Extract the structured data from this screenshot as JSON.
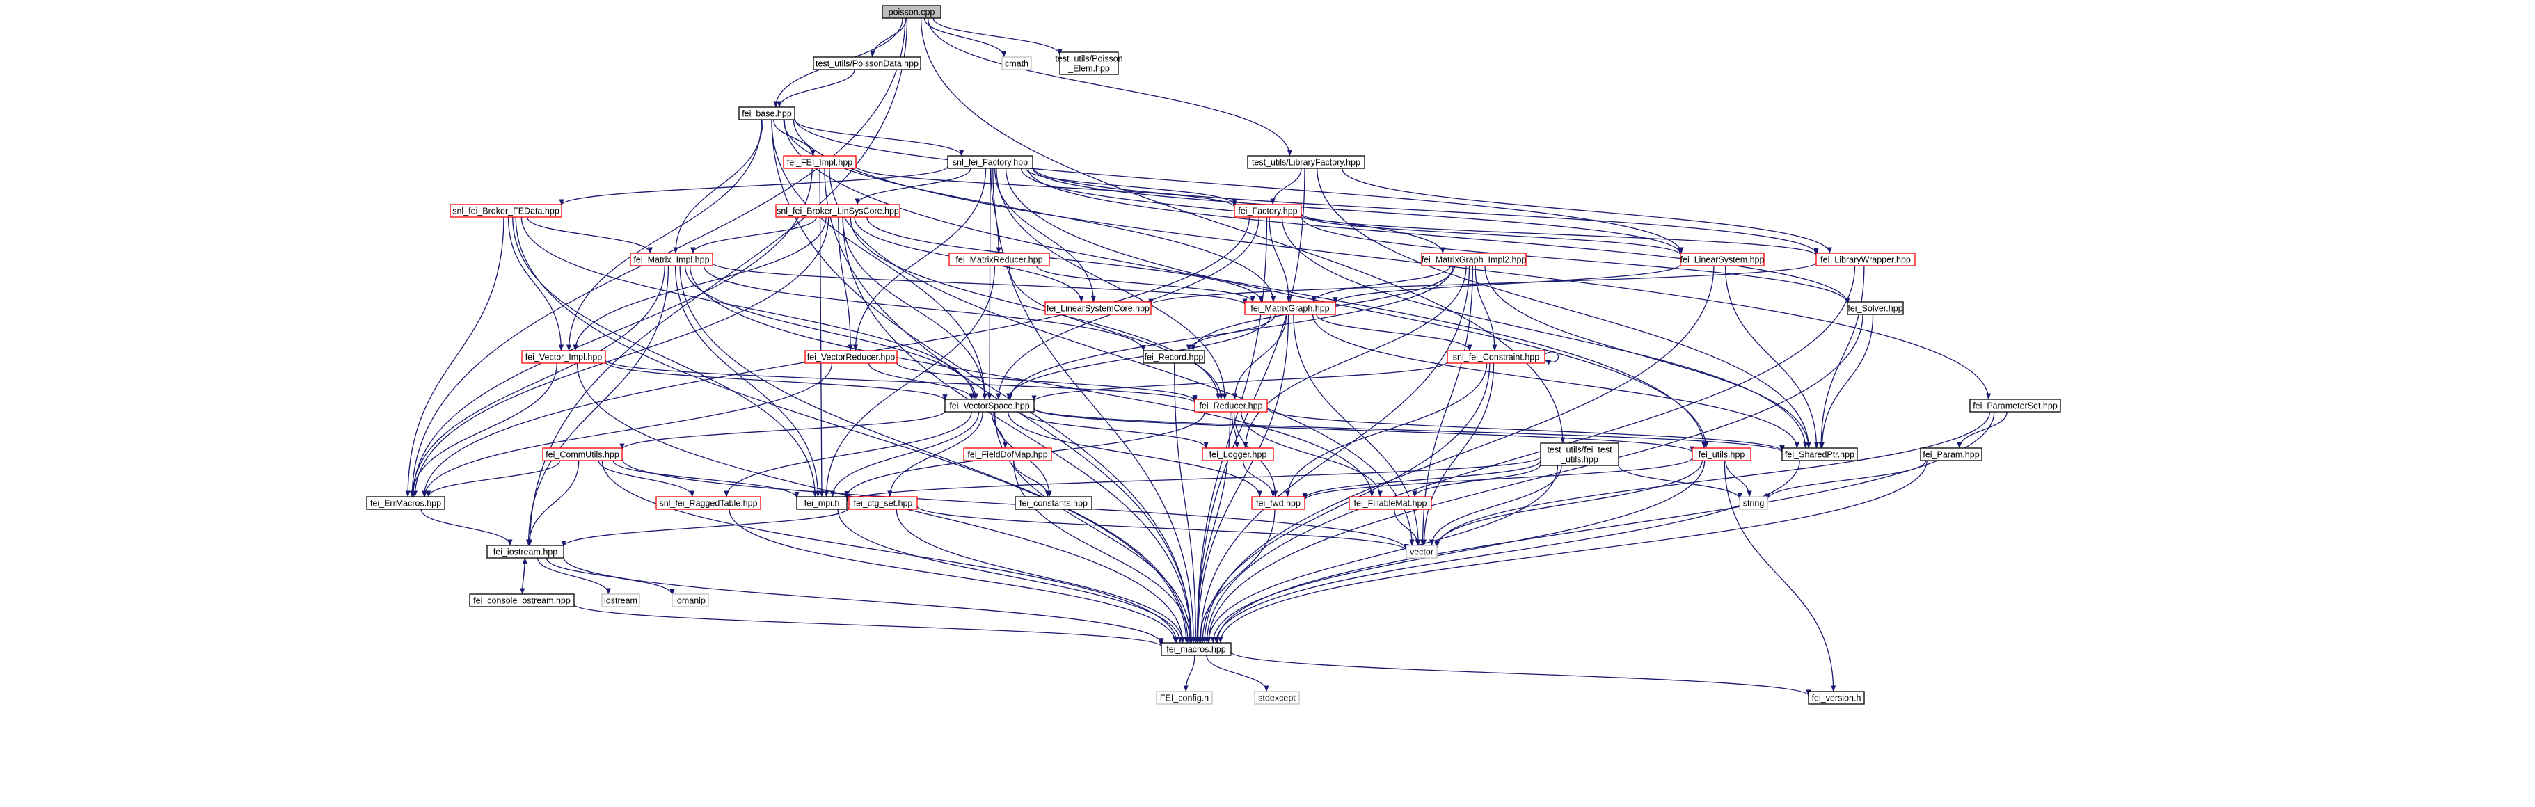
{
  "colors": {
    "edge": "#191970",
    "node_border_default": "#000000",
    "node_border_red": "#ff0000",
    "node_border_gray": "#bfbfbf",
    "root_fill": "#bfbfbf",
    "node_fill": "#ffffff",
    "background": "#ffffff"
  },
  "nodes": [
    {
      "id": "poisson",
      "lines": [
        "poisson.cpp"
      ],
      "style": "root"
    },
    {
      "id": "poissondata",
      "lines": [
        "test_utils/PoissonData.hpp"
      ],
      "style": "black"
    },
    {
      "id": "cmath",
      "lines": [
        "cmath"
      ],
      "style": "gray"
    },
    {
      "id": "poissonelem",
      "lines": [
        "test_utils/Poisson",
        "_Elem.hpp"
      ],
      "style": "black"
    },
    {
      "id": "fei_base",
      "lines": [
        "fei_base.hpp"
      ],
      "style": "black"
    },
    {
      "id": "fei_impl",
      "lines": [
        "fei_FEI_Impl.hpp"
      ],
      "style": "red"
    },
    {
      "id": "snl_factory",
      "lines": [
        "snl_fei_Factory.hpp"
      ],
      "style": "black"
    },
    {
      "id": "libfactory",
      "lines": [
        "test_utils/LibraryFactory.hpp"
      ],
      "style": "black"
    },
    {
      "id": "brk_fedata",
      "lines": [
        "snl_fei_Broker_FEData.hpp"
      ],
      "style": "red"
    },
    {
      "id": "brk_linsys",
      "lines": [
        "snl_fei_Broker_LinSysCore.hpp"
      ],
      "style": "red"
    },
    {
      "id": "factory",
      "lines": [
        "fei_Factory.hpp"
      ],
      "style": "red"
    },
    {
      "id": "matrix_impl",
      "lines": [
        "fei_Matrix_Impl.hpp"
      ],
      "style": "red"
    },
    {
      "id": "matrixreducer",
      "lines": [
        "fei_MatrixReducer.hpp"
      ],
      "style": "red"
    },
    {
      "id": "mgraph_impl2",
      "lines": [
        "fei_MatrixGraph_Impl2.hpp"
      ],
      "style": "red"
    },
    {
      "id": "linearsystem",
      "lines": [
        "fei_LinearSystem.hpp"
      ],
      "style": "red"
    },
    {
      "id": "libwrapper",
      "lines": [
        "fei_LibraryWrapper.hpp"
      ],
      "style": "red"
    },
    {
      "id": "linsyscore",
      "lines": [
        "fei_LinearSystemCore.hpp"
      ],
      "style": "red"
    },
    {
      "id": "matrixgraph",
      "lines": [
        "fei_MatrixGraph.hpp"
      ],
      "style": "red"
    },
    {
      "id": "solver",
      "lines": [
        "fei_Solver.hpp"
      ],
      "style": "black"
    },
    {
      "id": "vector_impl",
      "lines": [
        "fei_Vector_Impl.hpp"
      ],
      "style": "red"
    },
    {
      "id": "vectorreducer",
      "lines": [
        "fei_VectorReducer.hpp"
      ],
      "style": "red"
    },
    {
      "id": "record",
      "lines": [
        "fei_Record.hpp"
      ],
      "style": "black"
    },
    {
      "id": "constraint",
      "lines": [
        "snl_fei_Constraint.hpp"
      ],
      "style": "red"
    },
    {
      "id": "vectorspace",
      "lines": [
        "fei_VectorSpace.hpp"
      ],
      "style": "black"
    },
    {
      "id": "reducer",
      "lines": [
        "fei_Reducer.hpp"
      ],
      "style": "red"
    },
    {
      "id": "sharedptr",
      "lines": [
        "fei_SharedPtr.hpp"
      ],
      "style": "black"
    },
    {
      "id": "paramset",
      "lines": [
        "fei_ParameterSet.hpp"
      ],
      "style": "black"
    },
    {
      "id": "param",
      "lines": [
        "fei_Param.hpp"
      ],
      "style": "black"
    },
    {
      "id": "commutils",
      "lines": [
        "fei_CommUtils.hpp"
      ],
      "style": "red"
    },
    {
      "id": "fielddofmap",
      "lines": [
        "fei_FieldDofMap.hpp"
      ],
      "style": "red"
    },
    {
      "id": "logger",
      "lines": [
        "fei_Logger.hpp"
      ],
      "style": "red"
    },
    {
      "id": "testutils",
      "lines": [
        "test_utils/fei_test",
        "_utils.hpp"
      ],
      "style": "black"
    },
    {
      "id": "utils",
      "lines": [
        "fei_utils.hpp"
      ],
      "style": "red"
    },
    {
      "id": "errmacros",
      "lines": [
        "fei_ErrMacros.hpp"
      ],
      "style": "black"
    },
    {
      "id": "raggedtable",
      "lines": [
        "snl_fei_RaggedTable.hpp"
      ],
      "style": "red"
    },
    {
      "id": "mpi",
      "lines": [
        "fei_mpi.h"
      ],
      "style": "black"
    },
    {
      "id": "constants",
      "lines": [
        "fei_constants.hpp"
      ],
      "style": "black"
    },
    {
      "id": "ctgset",
      "lines": [
        "fei_ctg_set.hpp"
      ],
      "style": "red"
    },
    {
      "id": "fwd",
      "lines": [
        "fei_fwd.hpp"
      ],
      "style": "red"
    },
    {
      "id": "fillablemat",
      "lines": [
        "fei_FillableMat.hpp"
      ],
      "style": "red"
    },
    {
      "id": "string",
      "lines": [
        "string"
      ],
      "style": "gray"
    },
    {
      "id": "iostream_hpp",
      "lines": [
        "fei_iostream.hpp"
      ],
      "style": "black"
    },
    {
      "id": "vector",
      "lines": [
        "vector"
      ],
      "style": "gray"
    },
    {
      "id": "console",
      "lines": [
        "fei_console_ostream.hpp"
      ],
      "style": "black"
    },
    {
      "id": "iostream",
      "lines": [
        "iostream"
      ],
      "style": "gray"
    },
    {
      "id": "iomanip",
      "lines": [
        "iomanip"
      ],
      "style": "gray"
    },
    {
      "id": "macros",
      "lines": [
        "fei_macros.hpp"
      ],
      "style": "black"
    },
    {
      "id": "config",
      "lines": [
        "FEI_config.h"
      ],
      "style": "gray"
    },
    {
      "id": "stdexcept",
      "lines": [
        "stdexcept"
      ],
      "style": "gray"
    },
    {
      "id": "version",
      "lines": [
        "fei_version.h"
      ],
      "style": "black"
    }
  ],
  "edges": [
    [
      "poisson",
      "poissondata"
    ],
    [
      "poisson",
      "cmath"
    ],
    [
      "poisson",
      "poissonelem"
    ],
    [
      "poisson",
      "fei_base"
    ],
    [
      "poisson",
      "libfactory"
    ],
    [
      "poisson",
      "testutils"
    ],
    [
      "poisson",
      "errmacros"
    ],
    [
      "poisson",
      "iostream_hpp"
    ],
    [
      "poissondata",
      "fei_base"
    ],
    [
      "fei_base",
      "fei_impl"
    ],
    [
      "fei_base",
      "snl_factory"
    ],
    [
      "fei_base",
      "matrixgraph"
    ],
    [
      "fei_base",
      "linearsystem"
    ],
    [
      "fei_base",
      "paramset"
    ],
    [
      "fei_base",
      "vector_impl"
    ],
    [
      "fei_base",
      "matrix_impl"
    ],
    [
      "fei_base",
      "utils"
    ],
    [
      "fei_base",
      "macros"
    ],
    [
      "fei_base",
      "vectorspace"
    ],
    [
      "fei_impl",
      "factory"
    ],
    [
      "fei_impl",
      "macros"
    ],
    [
      "fei_impl",
      "errmacros"
    ],
    [
      "fei_impl",
      "mpi"
    ],
    [
      "fei_impl",
      "vector"
    ],
    [
      "snl_factory",
      "factory"
    ],
    [
      "snl_factory",
      "brk_fedata"
    ],
    [
      "snl_factory",
      "brk_linsys"
    ],
    [
      "snl_factory",
      "matrixreducer"
    ],
    [
      "snl_factory",
      "mgraph_impl2"
    ],
    [
      "snl_factory",
      "linearsystem"
    ],
    [
      "snl_factory",
      "libwrapper"
    ],
    [
      "snl_factory",
      "linsyscore"
    ],
    [
      "snl_factory",
      "vectorreducer"
    ],
    [
      "snl_factory",
      "solver"
    ],
    [
      "snl_factory",
      "reducer"
    ],
    [
      "snl_factory",
      "vectorspace"
    ],
    [
      "snl_factory",
      "utils"
    ],
    [
      "snl_factory",
      "macros"
    ],
    [
      "libfactory",
      "factory"
    ],
    [
      "libfactory",
      "libwrapper"
    ],
    [
      "libfactory",
      "sharedptr"
    ],
    [
      "libfactory",
      "macros"
    ],
    [
      "brk_fedata",
      "matrix_impl"
    ],
    [
      "brk_fedata",
      "vector_impl"
    ],
    [
      "brk_fedata",
      "errmacros"
    ],
    [
      "brk_fedata",
      "vectorspace"
    ],
    [
      "brk_fedata",
      "mpi"
    ],
    [
      "brk_fedata",
      "macros"
    ],
    [
      "brk_linsys",
      "matrix_impl"
    ],
    [
      "brk_linsys",
      "matrixgraph"
    ],
    [
      "brk_linsys",
      "linsyscore"
    ],
    [
      "brk_linsys",
      "vectorreducer"
    ],
    [
      "brk_linsys",
      "vector_impl"
    ],
    [
      "brk_linsys",
      "vectorspace"
    ],
    [
      "brk_linsys",
      "errmacros"
    ],
    [
      "brk_linsys",
      "reducer"
    ],
    [
      "brk_linsys",
      "macros"
    ],
    [
      "factory",
      "libwrapper"
    ],
    [
      "factory",
      "linearsystem"
    ],
    [
      "factory",
      "matrixgraph"
    ],
    [
      "factory",
      "solver"
    ],
    [
      "factory",
      "vectorspace"
    ],
    [
      "factory",
      "sharedptr"
    ],
    [
      "factory",
      "errmacros"
    ],
    [
      "factory",
      "macros"
    ],
    [
      "matrix_impl",
      "matrixgraph"
    ],
    [
      "matrix_impl",
      "vectorspace"
    ],
    [
      "matrix_impl",
      "record"
    ],
    [
      "matrix_impl",
      "mpi"
    ],
    [
      "matrix_impl",
      "errmacros"
    ],
    [
      "matrix_impl",
      "iostream_hpp"
    ],
    [
      "matrix_impl",
      "macros"
    ],
    [
      "matrix_impl",
      "fillablemat"
    ],
    [
      "matrixreducer",
      "matrixgraph"
    ],
    [
      "matrixreducer",
      "reducer"
    ],
    [
      "matrixreducer",
      "mpi"
    ],
    [
      "mgraph_impl2",
      "matrixgraph"
    ],
    [
      "mgraph_impl2",
      "constraint"
    ],
    [
      "mgraph_impl2",
      "vectorspace"
    ],
    [
      "mgraph_impl2",
      "record"
    ],
    [
      "mgraph_impl2",
      "logger"
    ],
    [
      "mgraph_impl2",
      "sharedptr"
    ],
    [
      "mgraph_impl2",
      "vector"
    ],
    [
      "mgraph_impl2",
      "macros"
    ],
    [
      "linearsystem",
      "matrixgraph"
    ],
    [
      "linearsystem",
      "sharedptr"
    ],
    [
      "linearsystem",
      "macros"
    ],
    [
      "libwrapper",
      "linsyscore"
    ],
    [
      "libwrapper",
      "sharedptr"
    ],
    [
      "libwrapper",
      "macros"
    ],
    [
      "matrixgraph",
      "vectorspace"
    ],
    [
      "matrixgraph",
      "reducer"
    ],
    [
      "matrixgraph",
      "record"
    ],
    [
      "matrixgraph",
      "constraint"
    ],
    [
      "matrixgraph",
      "sharedptr"
    ],
    [
      "matrixgraph",
      "vector"
    ],
    [
      "matrixgraph",
      "macros"
    ],
    [
      "solver",
      "sharedptr"
    ],
    [
      "solver",
      "macros"
    ],
    [
      "vector_impl",
      "vectorspace"
    ],
    [
      "vector_impl",
      "reducer"
    ],
    [
      "vector_impl",
      "errmacros"
    ],
    [
      "vector_impl",
      "macros"
    ],
    [
      "vectorreducer",
      "reducer"
    ],
    [
      "vectorreducer",
      "vectorspace"
    ],
    [
      "vectorreducer",
      "errmacros"
    ],
    [
      "record",
      "macros"
    ],
    [
      "constraint",
      "constraint"
    ],
    [
      "constraint",
      "vectorspace"
    ],
    [
      "constraint",
      "fwd"
    ],
    [
      "constraint",
      "vector"
    ],
    [
      "constraint",
      "macros"
    ],
    [
      "vectorspace",
      "commutils"
    ],
    [
      "vectorspace",
      "fielddofmap"
    ],
    [
      "vectorspace",
      "logger"
    ],
    [
      "vectorspace",
      "raggedtable"
    ],
    [
      "vectorspace",
      "ctgset"
    ],
    [
      "vectorspace",
      "sharedptr"
    ],
    [
      "vectorspace",
      "mpi"
    ],
    [
      "vectorspace",
      "fwd"
    ],
    [
      "vectorspace",
      "constants"
    ],
    [
      "vectorspace",
      "macros"
    ],
    [
      "vectorspace",
      "utils"
    ],
    [
      "reducer",
      "logger"
    ],
    [
      "reducer",
      "fwd"
    ],
    [
      "reducer",
      "fillablemat"
    ],
    [
      "reducer",
      "sharedptr"
    ],
    [
      "reducer",
      "mpi"
    ],
    [
      "reducer",
      "macros"
    ],
    [
      "sharedptr",
      "macros"
    ],
    [
      "paramset",
      "param"
    ],
    [
      "paramset",
      "vector"
    ],
    [
      "paramset",
      "macros"
    ],
    [
      "param",
      "string"
    ],
    [
      "param",
      "macros"
    ],
    [
      "commutils",
      "mpi"
    ],
    [
      "commutils",
      "errmacros"
    ],
    [
      "commutils",
      "raggedtable"
    ],
    [
      "commutils",
      "iostream_hpp"
    ],
    [
      "commutils",
      "vector"
    ],
    [
      "commutils",
      "macros"
    ],
    [
      "fielddofmap",
      "constants"
    ],
    [
      "fielddofmap",
      "macros"
    ],
    [
      "logger",
      "fwd"
    ],
    [
      "testutils",
      "fwd"
    ],
    [
      "testutils",
      "fillablemat"
    ],
    [
      "testutils",
      "mpi"
    ],
    [
      "testutils",
      "string"
    ],
    [
      "testutils",
      "vector"
    ],
    [
      "testutils",
      "macros"
    ],
    [
      "utils",
      "fwd"
    ],
    [
      "utils",
      "string"
    ],
    [
      "utils",
      "vector"
    ],
    [
      "utils",
      "version"
    ],
    [
      "utils",
      "macros"
    ],
    [
      "errmacros",
      "iostream_hpp"
    ],
    [
      "raggedtable",
      "macros"
    ],
    [
      "mpi",
      "macros"
    ],
    [
      "ctgset",
      "iostream_hpp"
    ],
    [
      "ctgset",
      "vector"
    ],
    [
      "ctgset",
      "macros"
    ],
    [
      "fwd",
      "macros"
    ],
    [
      "fillablemat",
      "vector"
    ],
    [
      "iostream_hpp",
      "console"
    ],
    [
      "iostream_hpp",
      "iostream"
    ],
    [
      "iostream_hpp",
      "iomanip"
    ],
    [
      "iostream_hpp",
      "macros"
    ],
    [
      "console",
      "iostream_hpp"
    ],
    [
      "console",
      "macros"
    ],
    [
      "macros",
      "config"
    ],
    [
      "macros",
      "stdexcept"
    ],
    [
      "macros",
      "version"
    ]
  ]
}
